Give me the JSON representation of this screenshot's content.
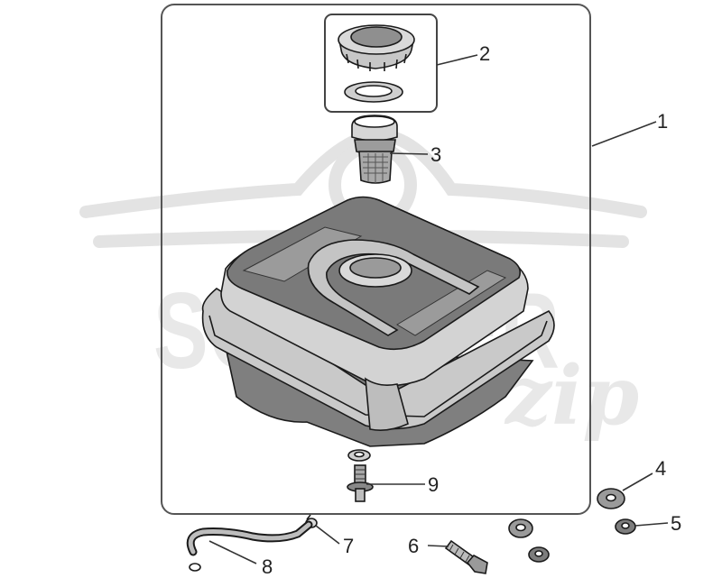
{
  "watermark": {
    "text": "SCOOTER",
    "sub": "zip"
  },
  "callouts": {
    "c1": "1",
    "c2": "2",
    "c3": "3",
    "c4": "4",
    "c5": "5",
    "c6": "6",
    "c7": "7",
    "c8": "8",
    "c9": "9"
  }
}
